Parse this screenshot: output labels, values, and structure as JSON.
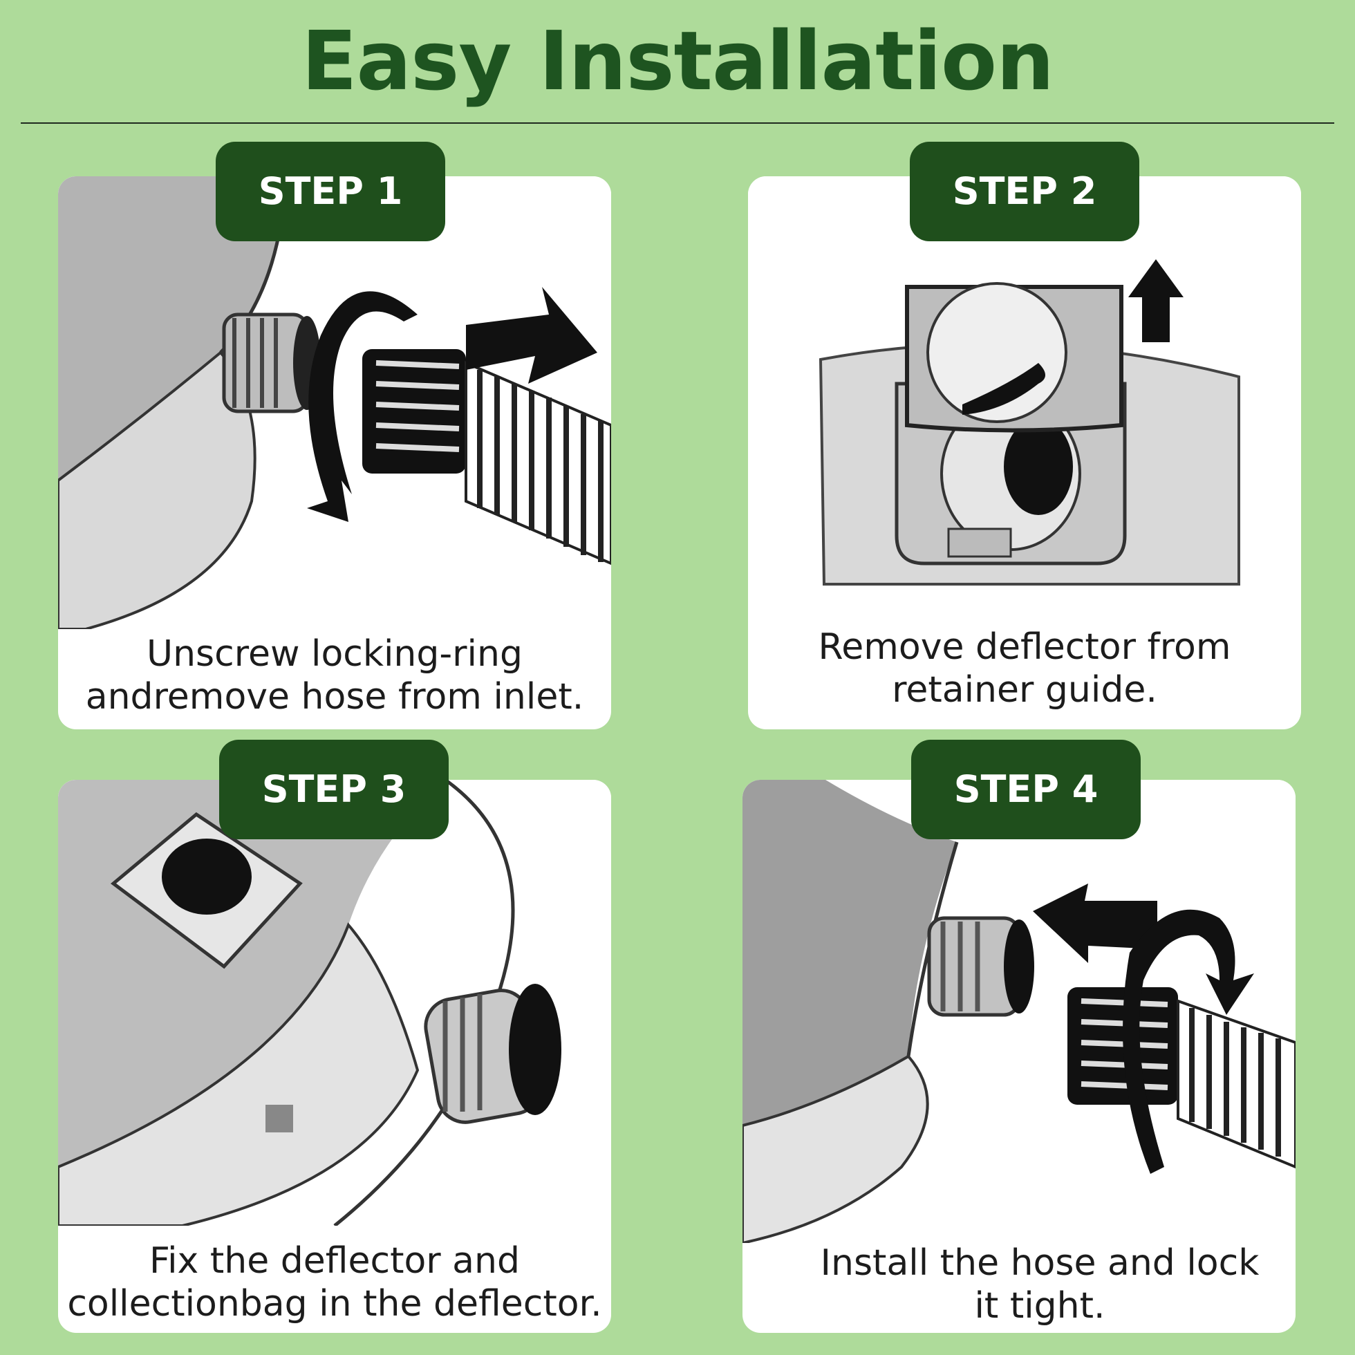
{
  "title": "Easy Installation",
  "steps": [
    {
      "label": "STEP 1",
      "caption_line1": "Unscrew locking-ring",
      "caption_line2": "andremove hose from inlet."
    },
    {
      "label": "STEP 2",
      "caption_line1": "Remove deflector from",
      "caption_line2": "retainer guide."
    },
    {
      "label": "STEP 3",
      "caption_line1": "Fix the deflector and",
      "caption_line2": "collectionbag in the deflector."
    },
    {
      "label": "STEP 4",
      "caption_line1": "Install the hose and lock",
      "caption_line2": "it tight."
    }
  ],
  "colors": {
    "background": "#aedb9a",
    "title": "#1e5420",
    "badge": "#1f4f1c",
    "card": "#ffffff"
  }
}
